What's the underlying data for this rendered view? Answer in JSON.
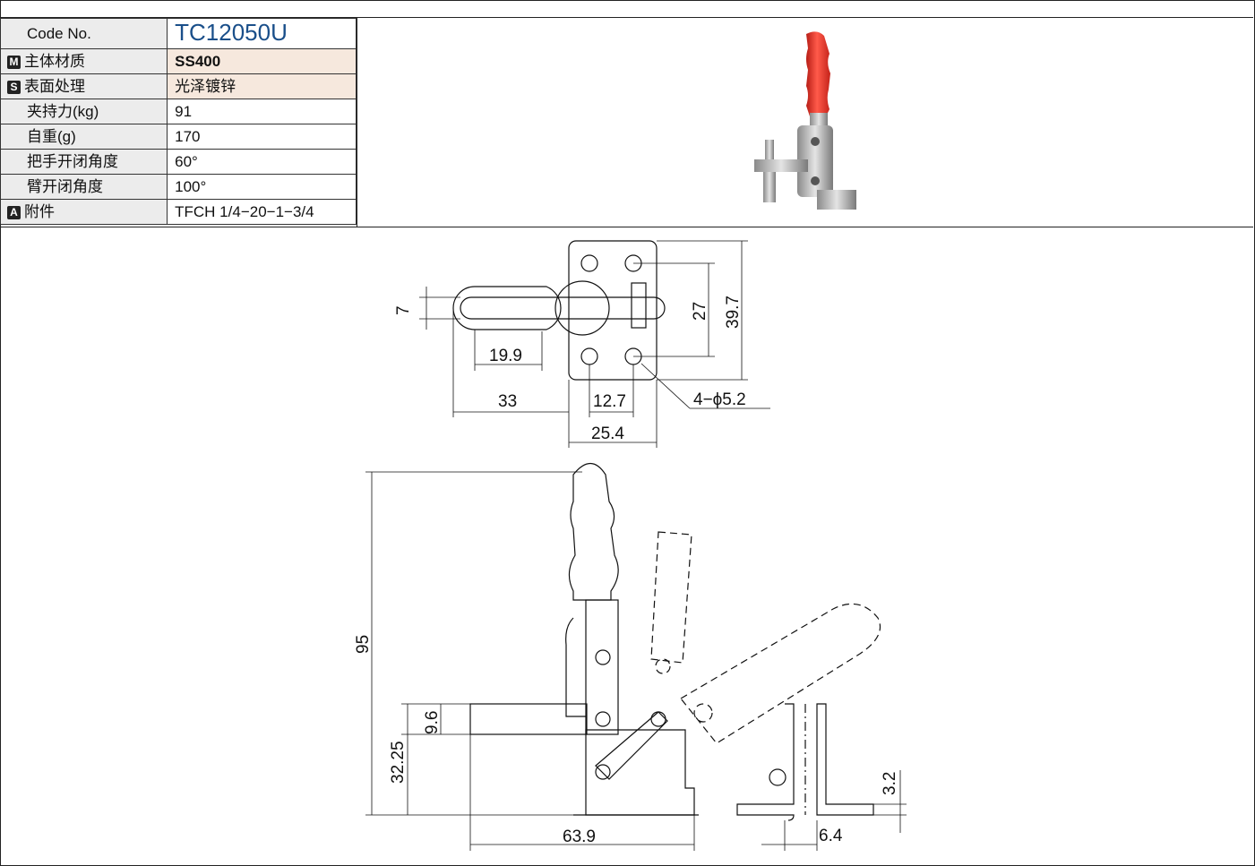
{
  "spec_table": {
    "rows": [
      {
        "badge": "",
        "label": "Code No.",
        "value": "TC12050U"
      },
      {
        "badge": "M",
        "label": "主体材质",
        "value": "SS400"
      },
      {
        "badge": "S",
        "label": "表面处理",
        "value": "光泽镀锌"
      },
      {
        "badge": "",
        "label": "夹持力(kg)",
        "value": "91"
      },
      {
        "badge": "",
        "label": "自重(g)",
        "value": "170"
      },
      {
        "badge": "",
        "label": "把手开闭角度",
        "value": "60°"
      },
      {
        "badge": "",
        "label": "臂开闭角度",
        "value": "100°"
      },
      {
        "badge": "A",
        "label": "附件",
        "value": "TFCH 1/4−20−1−3/4"
      }
    ]
  },
  "dimensions": {
    "top_view": {
      "slot_width": "7",
      "slot_offset": "19.9",
      "arm_length": "33",
      "hole_spacing_x": "12.7",
      "base_width": "25.4",
      "hole_spacing_y": "27",
      "base_depth": "39.7",
      "holes": "4−ϕ5.2"
    },
    "side_view": {
      "total_height": "95",
      "arm_height": "32.25",
      "arm_thickness": "9.6",
      "base_length": "63.9",
      "plate_thickness": "3.2",
      "flange_width": "6.4"
    }
  },
  "colors": {
    "code_value": "#1a4f8a",
    "alt_row": "#f6e8dd",
    "key_bg": "#ececec",
    "grip": "#e23a2e"
  }
}
